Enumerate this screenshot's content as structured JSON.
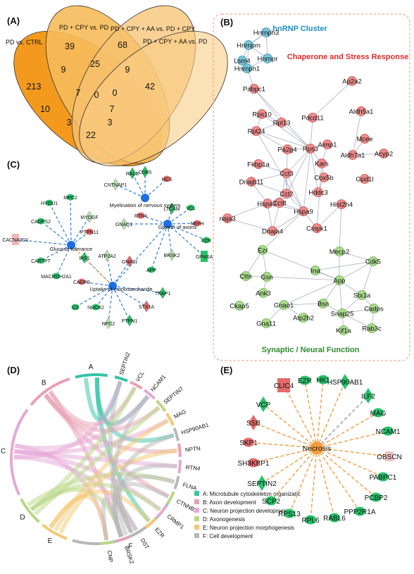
{
  "panels": {
    "a": {
      "label": "(A)",
      "sets": [
        "PD vs. CTRL",
        "PD + CPY vs. PD",
        "PD + CPY + AA vs. PD + CPY",
        "PD + CPY + AA vs. PD"
      ],
      "counts": [
        "213",
        "39",
        "68",
        "42",
        "9",
        "25",
        "9",
        "7",
        "0",
        "10",
        "0",
        "7",
        "3",
        "3",
        "22"
      ]
    },
    "b": {
      "label": "(B)",
      "clusters": [
        "hnRNP Cluster",
        "Chaperone and Stress Response",
        "Synaptic / Neural Function"
      ]
    },
    "c": {
      "label": "(C)"
    },
    "d": {
      "label": "(D)",
      "legend": [
        "A: Microtubule cytoskeleton organizatic",
        "B: Axon development",
        "C: Neuron projection development",
        "D: Axonogenesis",
        "E: Neuron projection morphogenesis",
        "F: Cell development"
      ]
    },
    "e": {
      "label": "(E)"
    }
  },
  "colors": {
    "red_node": "#ef8c8c",
    "green_node": "#a9dc8c",
    "blue_node": "#7ac4d8",
    "hub_blue": "#1e6fe0",
    "necrosis_orange": "#f39c3c",
    "diff_green": "#28c26a",
    "diff_red": "#e46a6a"
  }
}
